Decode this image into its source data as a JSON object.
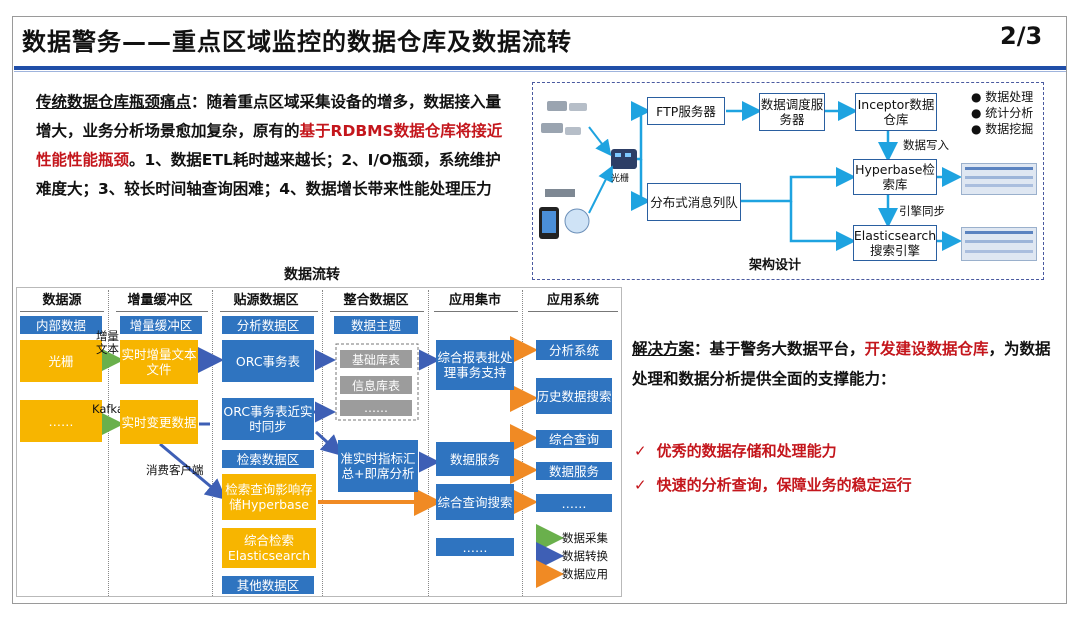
{
  "header": {
    "title": "数据警务——重点区域监控的数据仓库及数据流转",
    "page": "2/3"
  },
  "intro": {
    "lead": "传统数据仓库瓶颈痛点",
    "text1": "：随着重点区域采集设备的增多，数据接入量增大，业务分析场景愈加复杂，原有的",
    "red": "基于RDBMS数据仓库将接近性能性能瓶颈",
    "text2": "。1、数据ETL耗时越来越长；2、I/O瓶颈，系统维护难度大；3、较长时间轴查询困难；4、数据增长带来性能处理压力"
  },
  "arch": {
    "caption": "架构设计",
    "guangzha": "光栅",
    "ftp": "FTP服务器",
    "scheduler": "数据调度服务器",
    "inceptor": "Inceptor数据仓库",
    "mq": "分布式消息列队",
    "hyperbase": "Hyperbase检索库",
    "es": "Elasticsearch搜索引擎",
    "write": "数据写入",
    "sync": "引擎同步",
    "bullets": [
      "数据处理",
      "统计分析",
      "数据挖掘"
    ]
  },
  "flow": {
    "title": "数据流转",
    "headers": [
      "数据源",
      "增量缓冲区",
      "贴源数据区",
      "整合数据区",
      "应用集市",
      "应用系统"
    ],
    "src": {
      "internal": "内部数据",
      "guangzha": "光栅",
      "dots": "……"
    },
    "buffer": {
      "title": "增量缓冲区",
      "file": "实时增量文本文件",
      "change": "实时变更数据"
    },
    "edge": {
      "zl": "增量",
      "wb": "文本",
      "kafka": "Kafka",
      "consumer": "消费客户端"
    },
    "raw": {
      "analysis": "分析数据区",
      "orc": "ORC事务表",
      "orc2": "ORC事务表近实时同步",
      "search": "检索数据区",
      "hb": "检索查询影响存储Hyperbase",
      "es": "综合检索Elasticsearch",
      "other": "其他数据区"
    },
    "int": {
      "topic": "数据主题",
      "base": "基础库表",
      "info": "信息库表",
      "dots": "……",
      "rt": "准实时指标汇总+即席分析"
    },
    "mart": {
      "report": "综合报表批处理事务支持",
      "service": "数据服务",
      "query": "综合查询搜索",
      "dots": "……"
    },
    "app": {
      "a1": "分析系统",
      "a2": "历史数据搜索",
      "a3": "综合查询",
      "a4": "数据服务",
      "a5": "……"
    },
    "legend": [
      "数据采集",
      "数据转换",
      "数据应用"
    ]
  },
  "solution": {
    "lead": "解决方案",
    "text1": "：基于警务大数据平台，",
    "red": "开发建设数据仓库",
    "text2": "，为数据处理和数据分析提供全面的支撑能力：",
    "checks": [
      "优秀的数据存储和处理能力",
      "快速的分析查询，保障业务的稳定运行"
    ]
  },
  "colors": {
    "primary": "#2f74c0",
    "accent": "#f7b500",
    "alert": "#c4161c",
    "legend_collect": "#6ab04c",
    "legend_transform": "#3e5fb5",
    "legend_apply": "#f08a24"
  }
}
